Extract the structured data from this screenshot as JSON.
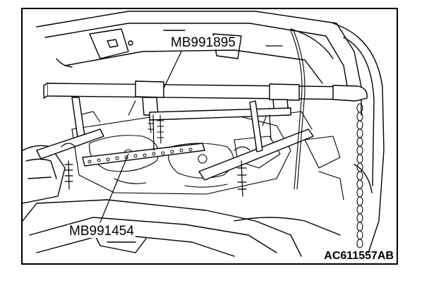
{
  "labels": {
    "top_tool": "MB991895",
    "bottom_tool": "MB991454",
    "figure_code": "AC611557AB"
  },
  "colors": {
    "ink": "#000000",
    "paper": "#ffffff"
  }
}
